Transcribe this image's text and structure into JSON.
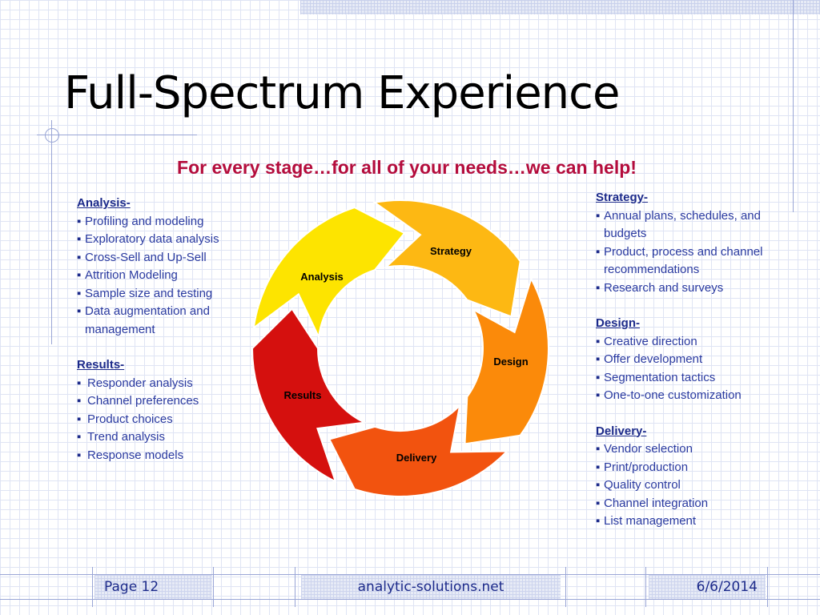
{
  "slide": {
    "title": "Full-Spectrum Experience",
    "subtitle": "For every stage…for all of your needs…we can help!"
  },
  "left_column": {
    "analysis": {
      "heading": "Analysis-",
      "items": [
        "Profiling and modeling",
        "Exploratory data analysis",
        "Cross-Sell and Up-Sell",
        "Attrition Modeling",
        "Sample size and testing",
        "Data augmentation and management"
      ]
    },
    "results": {
      "heading": "Results-",
      "items": [
        "Responder analysis",
        "Channel preferences",
        "Product choices",
        "Trend analysis",
        "Response models"
      ]
    }
  },
  "right_column": {
    "strategy": {
      "heading": "Strategy-",
      "items": [
        "Annual plans, schedules, and budgets",
        "Product, process and channel recommendations",
        "Research and surveys"
      ]
    },
    "design": {
      "heading": "Design-",
      "items": [
        "Creative direction",
        "Offer development",
        "Segmentation tactics",
        "One-to-one customization"
      ]
    },
    "delivery": {
      "heading": "Delivery-",
      "items": [
        "Vendor selection",
        "Print/production",
        "Quality control",
        "Channel integration",
        "List management"
      ]
    }
  },
  "cycle": {
    "segments": [
      {
        "label": "Strategy",
        "color": "#fdb813"
      },
      {
        "label": "Design",
        "color": "#fb8a0a"
      },
      {
        "label": "Delivery",
        "color": "#f2530f"
      },
      {
        "label": "Results",
        "color": "#d5100e"
      },
      {
        "label": "Analysis",
        "color": "#fde400"
      }
    ]
  },
  "footer": {
    "page": "Page 12",
    "site": "analytic-solutions.net",
    "date": "6/6/2014"
  },
  "colors": {
    "title": "#000000",
    "subtitle": "#b40c3c",
    "body_text": "#2a3aa0"
  }
}
